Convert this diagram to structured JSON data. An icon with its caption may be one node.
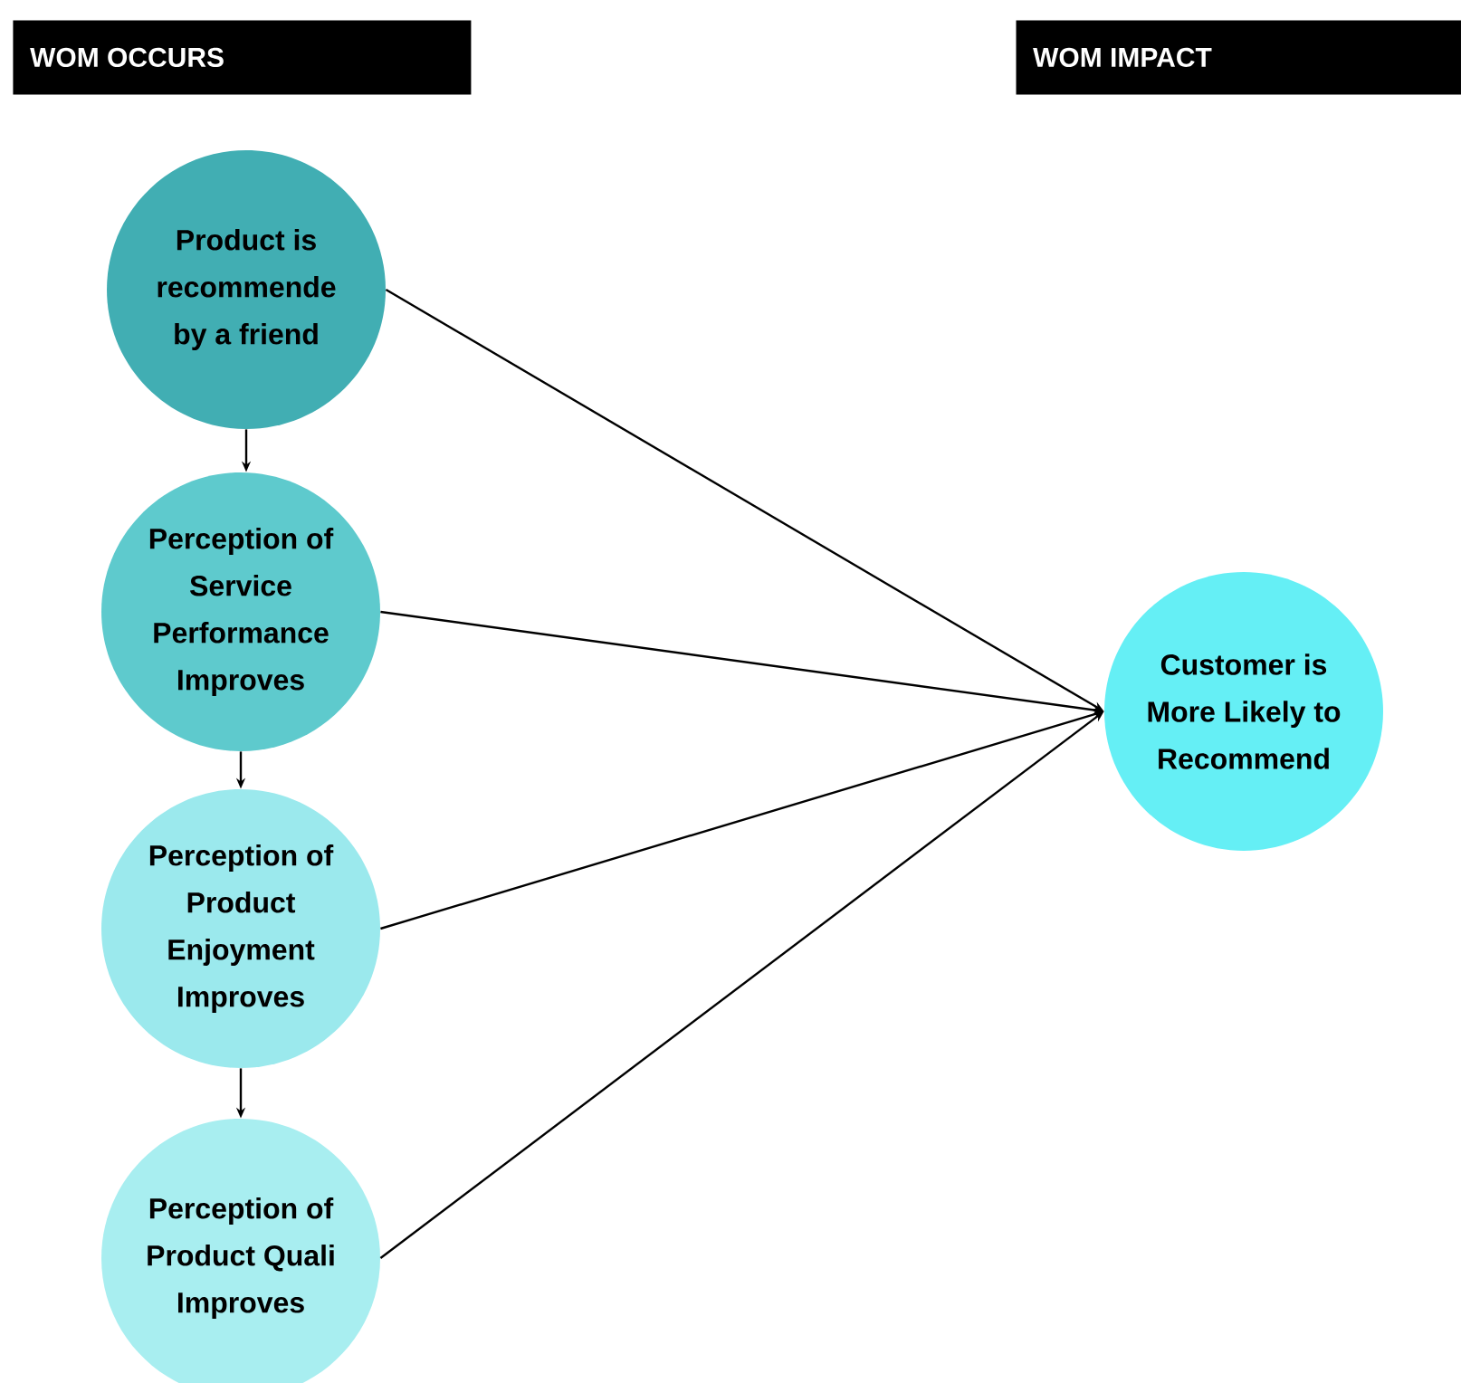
{
  "diagram": {
    "nodes": [
      {
        "text": [
          "WOM OCCURS"
        ]
      },
      {
        "text": [
          "WOM IMPACT"
        ]
      },
      {
        "text": [
          "Product is recommende by a friend"
        ]
      },
      {
        "text": [
          "Perception of Service Performance Improves"
        ]
      },
      {
        "text": [
          "Perception of Product Enjoyment Improves"
        ]
      },
      {
        "text": [
          "Perception of Product Quali Improves"
        ]
      },
      {
        "text": [
          "Customer is More Likely to Recommend"
        ]
      }
    ],
    "edges": [
      {
        "from": 2,
        "to": 3,
        "arrow": "to"
      },
      {
        "from": 3,
        "to": 4,
        "arrow": "to"
      },
      {
        "from": 4,
        "to": 5,
        "arrow": "to"
      },
      {
        "from": 2,
        "to": 6,
        "arrow": "to"
      },
      {
        "from": 3,
        "to": 6,
        "arrow": "to"
      },
      {
        "from": 4,
        "to": 6,
        "arrow": "to"
      },
      {
        "from": 5,
        "to": 6,
        "arrow": "to"
      }
    ]
  }
}
